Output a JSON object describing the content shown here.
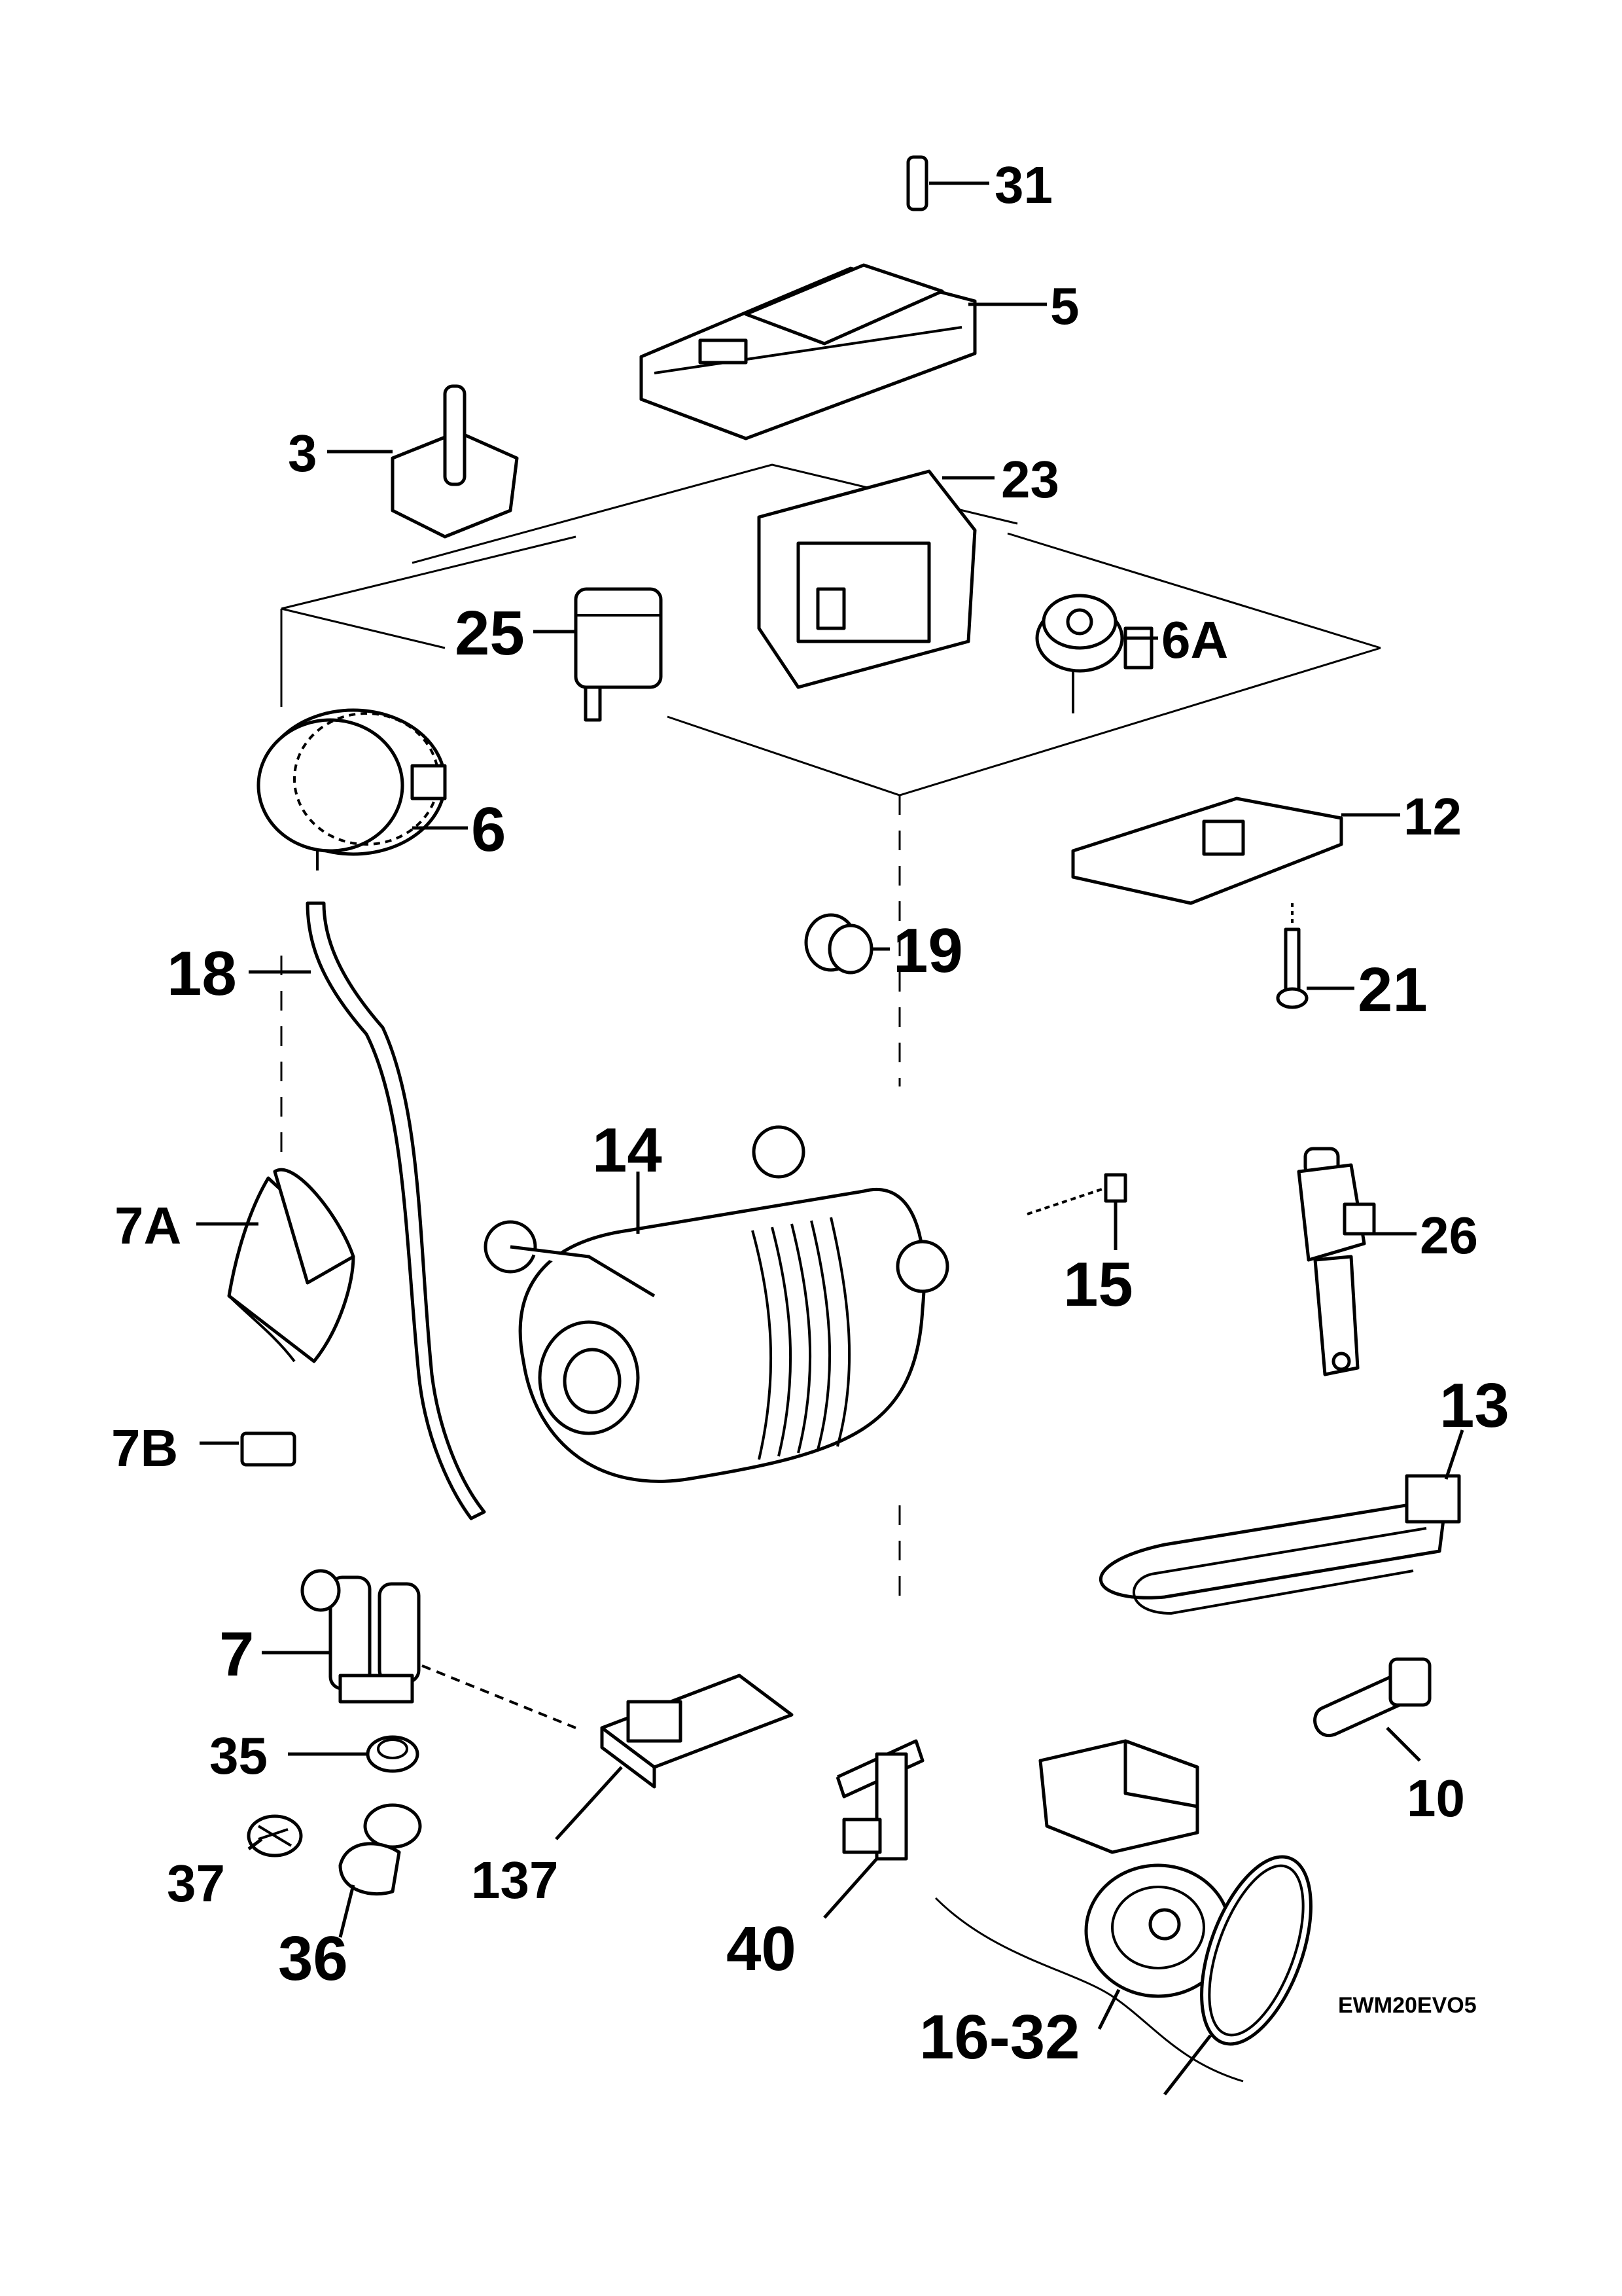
{
  "diagram_code": "EWM20EVO5",
  "parts": [
    {
      "id": "31",
      "label": "31"
    },
    {
      "id": "5",
      "label": "5"
    },
    {
      "id": "3",
      "label": "3"
    },
    {
      "id": "23",
      "label": "23"
    },
    {
      "id": "25",
      "label": "25"
    },
    {
      "id": "6A",
      "label": "6A"
    },
    {
      "id": "6",
      "label": "6"
    },
    {
      "id": "12",
      "label": "12"
    },
    {
      "id": "18",
      "label": "18"
    },
    {
      "id": "19",
      "label": "19"
    },
    {
      "id": "21",
      "label": "21"
    },
    {
      "id": "14",
      "label": "14"
    },
    {
      "id": "15",
      "label": "15"
    },
    {
      "id": "7A",
      "label": "7A"
    },
    {
      "id": "26",
      "label": "26"
    },
    {
      "id": "13",
      "label": "13"
    },
    {
      "id": "7B",
      "label": "7B"
    },
    {
      "id": "7",
      "label": "7"
    },
    {
      "id": "10",
      "label": "10"
    },
    {
      "id": "35",
      "label": "35"
    },
    {
      "id": "137",
      "label": "137"
    },
    {
      "id": "37",
      "label": "37"
    },
    {
      "id": "40",
      "label": "40"
    },
    {
      "id": "36",
      "label": "36"
    },
    {
      "id": "16-32",
      "label": "16-32"
    }
  ]
}
